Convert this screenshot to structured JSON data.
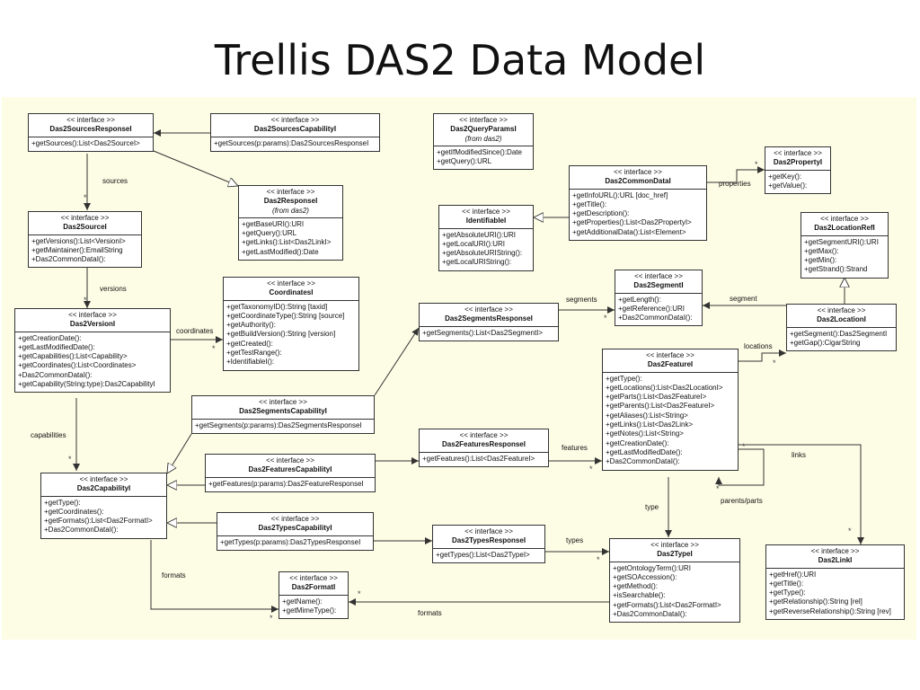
{
  "title": "Trellis DAS2 Data Model",
  "stereotype": "<< interface >>",
  "multiplicity": "*",
  "interfaces": {
    "sources_response": {
      "name": "Das2SourcesResponseI",
      "methods": [
        "+getSources():List<Das2SourceI>"
      ]
    },
    "sources_capability": {
      "name": "Das2SourcesCapabilityI",
      "methods": [
        "+getSources(p:params):Das2SourcesResponseI"
      ]
    },
    "query_params": {
      "name": "Das2QueryParamsI",
      "note": "(from das2)",
      "methods": [
        "+getIfModifiedSince():Date",
        "+getQuery():URL"
      ]
    },
    "property": {
      "name": "Das2PropertyI",
      "methods": [
        "+getKey():",
        "+getValue():"
      ]
    },
    "common_data": {
      "name": "Das2CommonDataI",
      "methods": [
        "+getInfoURL():URL [doc_href]",
        "+getTitle():",
        "+getDescription():",
        "+getProperties():List<Das2PropertyI>",
        "+getAdditionalData():List<Element>"
      ]
    },
    "response": {
      "name": "Das2ResponseI",
      "note": "(from das2)",
      "methods": [
        "+getBaseURI():URI",
        "+getQuery():URL",
        "+getLinks():List<Das2LinkI>",
        "+getLastModified():Date"
      ]
    },
    "identifiable": {
      "name": "IdentifiableI",
      "methods": [
        "+getAbsoluteURI():URI",
        "+getLocalURI():URI",
        "+getAbsoluteURIString():",
        "+getLocalURIString():"
      ]
    },
    "location_ref": {
      "name": "Das2LocationRefI",
      "methods": [
        "+getSegmentURI():URI",
        "+getMax():",
        "+getMin():",
        "+getStrand():Strand"
      ]
    },
    "source": {
      "name": "Das2SourceI",
      "methods": [
        "+getVersions():List<VersionI>",
        "+getMaintainer():EmailString",
        "+Das2CommonDataI():"
      ]
    },
    "coordinates": {
      "name": "CoordinatesI",
      "methods": [
        "+getTaxonomyID():String [taxid]",
        "+getCoordinateType():String [source]",
        "+getAuthority():",
        "+getBuildVersion():String [version]",
        "+getCreated():",
        "+getTestRange():",
        "+IdentifiableI():"
      ]
    },
    "segment": {
      "name": "Das2SegmentI",
      "methods": [
        "+getLength():",
        "+getReference():URI",
        "+Das2CommonDataI():"
      ]
    },
    "segments_response": {
      "name": "Das2SegmentsResponseI",
      "methods": [
        "+getSegments():List<Das2SegmentI>"
      ]
    },
    "location": {
      "name": "Das2LocationI",
      "methods": [
        "+getSegment():Das2SegmentI",
        "+getGap():CigarString"
      ]
    },
    "version": {
      "name": "Das2VersionI",
      "methods": [
        "+getCreationDate():",
        "+getLastModifiedDate():",
        "+getCapabilities():List<Capability>",
        "+getCoordinates():List<Coordinates>",
        "+Das2CommonDataI():",
        "+getCapability(String:type):Das2CapabilityI"
      ]
    },
    "feature": {
      "name": "Das2FeatureI",
      "methods": [
        "+getType():",
        "+getLocations():List<Das2LocationI>",
        "+getParts():List<Das2FeatureI>",
        "+getParents():List<Das2FeatureI>",
        "+getAliases():List<String>",
        "+getLinks():List<Das2Link>",
        "+getNotes():List<String>",
        "+getCreationDate():",
        "+getLastModifiedDate():",
        "+Das2CommonDataI():"
      ]
    },
    "segments_capability": {
      "name": "Das2SegmentsCapabilityI",
      "methods": [
        "+getSegments(p:params):Das2SegmentsResponseI"
      ]
    },
    "features_response": {
      "name": "Das2FeaturesResponseI",
      "methods": [
        "+getFeatures():List<Das2FeatureI>"
      ]
    },
    "features_capability": {
      "name": "Das2FeaturesCapabilityI",
      "methods": [
        "+getFeatures(p:params):Das2FeatureResponseI"
      ]
    },
    "capability": {
      "name": "Das2CapabilityI",
      "methods": [
        "+getType():",
        "+getCoordinates():",
        "+getFormats():List<Das2FormatI>",
        "+Das2CommonDataI():"
      ]
    },
    "types_capability": {
      "name": "Das2TypesCapabilityI",
      "methods": [
        "+getTypes(p:params):Das2TypesResponseI"
      ]
    },
    "types_response": {
      "name": "Das2TypesResponseI",
      "methods": [
        "+getTypes():List<Das2TypeI>"
      ]
    },
    "type": {
      "name": "Das2TypeI",
      "methods": [
        "+getOntologyTerm():URI",
        "+getSOAccession():",
        "+getMethod():",
        "+isSearchable():",
        "+getFormats():List<Das2FormatI>",
        "+Das2CommonDataI():"
      ]
    },
    "link": {
      "name": "Das2LinkI",
      "methods": [
        "+getHref():URI",
        "+getTitle():",
        "+getType():",
        "+getRelationship():String [rel]",
        "+getReverseRelationship():String [rev]"
      ]
    },
    "format": {
      "name": "Das2FormatI",
      "methods": [
        "+getName():",
        "+getMimeType():"
      ]
    }
  },
  "edge_labels": {
    "sources": "sources",
    "versions": "versions",
    "coordinates": "coordinates",
    "capabilities": "capabilities",
    "formats_left": "formats",
    "formats_bottom": "formats",
    "properties": "properties",
    "segments": "segments",
    "segment": "segment",
    "locations": "locations",
    "links": "links",
    "features": "features",
    "parents_parts": "parents/parts",
    "type": "type",
    "types": "types"
  },
  "colors": {
    "panel": "#fdfde6",
    "line": "#333333"
  }
}
